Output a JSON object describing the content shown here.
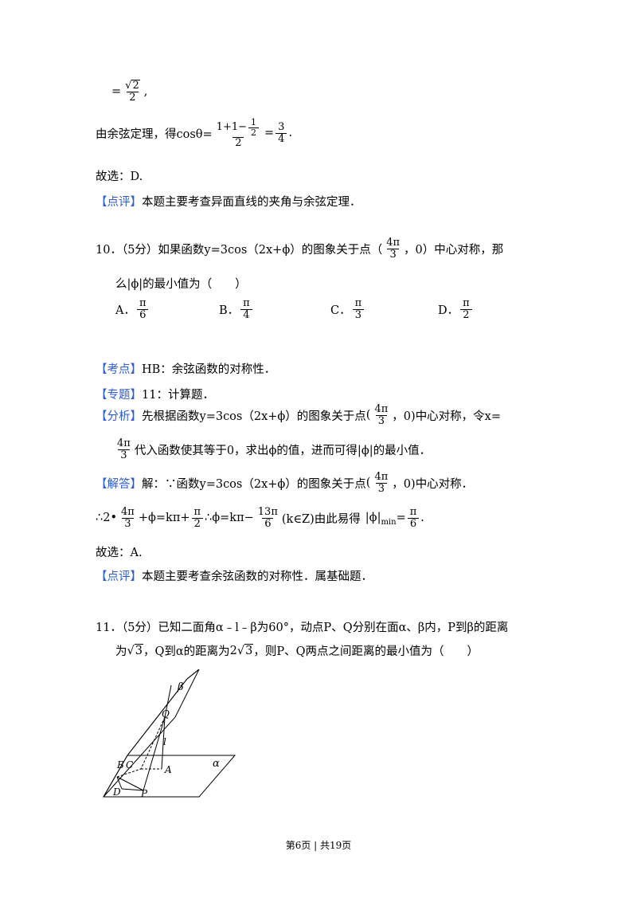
{
  "top": {
    "eq_prefix": "=",
    "sqrt_num": "2",
    "den": "2",
    "comma": ",",
    "cos_lead": "由余弦定理，得cosθ=",
    "cos_num_top": "1+1−",
    "cos_inner_num": "1",
    "cos_inner_den": "2",
    "cos_den": "2",
    "cos_eq": "=",
    "cos_res_num": "3",
    "cos_res_den": "4",
    "cos_end": ".",
    "choice": "故选：D.",
    "review_tag": "【点评】",
    "review_text": "本题主要考查异面直线的夹角与余弦定理．"
  },
  "q10": {
    "stem_a": "10．（5分）如果函数y=3cos（2x+ϕ）的图象关于点（",
    "pt_num": "4π",
    "pt_den": "3",
    "stem_b": "，0）中心对称，那",
    "stem_c": "么|ϕ|的最小值为（　　）",
    "options": [
      {
        "letter": "A．",
        "num": "π",
        "den": "6"
      },
      {
        "letter": "B．",
        "num": "π",
        "den": "4"
      },
      {
        "letter": "C．",
        "num": "π",
        "den": "3"
      },
      {
        "letter": "D．",
        "num": "π",
        "den": "2"
      }
    ],
    "kaodian_tag": "【考点】",
    "kaodian_text": "HB：余弦函数的对称性．",
    "zhuanti_tag": "【专题】",
    "zhuanti_text": "11：计算题．",
    "fenxi_tag": "【分析】",
    "fenxi_a": "先根据函数y=3cos（2x+ϕ）的图象关于点",
    "fenxi_pt_open": "(",
    "fenxi_pt_num": "4π",
    "fenxi_pt_den": "3",
    "fenxi_pt_close": "，0)",
    "fenxi_b": "中心对称，令x=",
    "fenxi_c_num": "4π",
    "fenxi_c_den": "3",
    "fenxi_c": "代入函数使其等于0，求出ϕ的值，进而可得|ϕ|的最小值．",
    "jieda_tag": "【解答】",
    "jieda_a": "解：∵函数y=3cos（2x+ϕ）的图象关于点",
    "jieda_pt_open": "(",
    "jieda_pt_num": "4π",
    "jieda_pt_den": "3",
    "jieda_pt_close": "，0)",
    "jieda_b": "中心对称．",
    "eq_start": "∴2•",
    "eq_f1_num": "4π",
    "eq_f1_den": "3",
    "eq_mid1": "+ϕ=kπ+",
    "eq_f2_num": "π",
    "eq_f2_den": "2",
    "eq_mid2": "∴ϕ=kπ−",
    "eq_f3_num": "13π",
    "eq_f3_den": "6",
    "eq_mid3": "(k∈Z)由此易得",
    "eq_abs": "|ϕ|",
    "eq_sub": "min",
    "eq_eq": "=",
    "eq_f4_num": "π",
    "eq_f4_den": "6",
    "eq_end": ".",
    "choice": "故选：A.",
    "review_tag": "【点评】",
    "review_text": "本题主要考查余弦函数的对称性．属基础题．"
  },
  "q11": {
    "stem_a": "11．（5分）已知二面角α﹣l﹣β为60°，动点P、Q分别在面α、β内，P到β的距离",
    "stem_b1": "为",
    "sqrt_a": "3",
    "stem_b2": "，Q到α的距离为",
    "coef": "2",
    "sqrt_b": "3",
    "stem_b3": "，则P、Q两点之间距离的最小值为（　　）",
    "figure_labels": {
      "beta": "β",
      "alpha": "α",
      "Q": "Q",
      "l": "l",
      "A": "A",
      "B": "B",
      "C": "C",
      "D": "D",
      "P": "P"
    }
  },
  "footer": "第6页 | 共19页"
}
